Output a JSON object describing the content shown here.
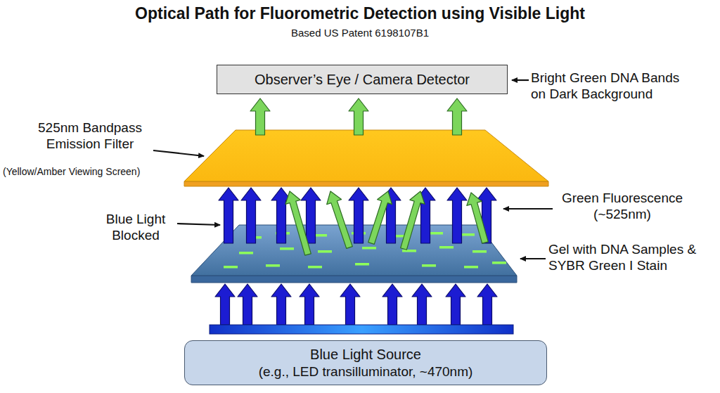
{
  "diagram": {
    "title": "Optical Path for Fluorometric Detection using Visible Light",
    "nodes": [
      {
        "text": [
          "Observer’s Eye / Camera Detector"
        ]
      },
      {
        "text": [
          "Blue Light Source",
          "(e.g., LED transilluminator, ~470nm)"
        ]
      }
    ],
    "labels": [
      "Based US Patent 6198107B1",
      "Bright Green DNA Bands on Dark Background",
      "525nm Bandpass Emission Filter",
      "(Yellow/Amber Viewing Screen)",
      "Blue Light Blocked",
      "Green Fluorescence (~525nm)",
      "Gel with DNA Samples & SYBR Green I Stain"
    ]
  }
}
